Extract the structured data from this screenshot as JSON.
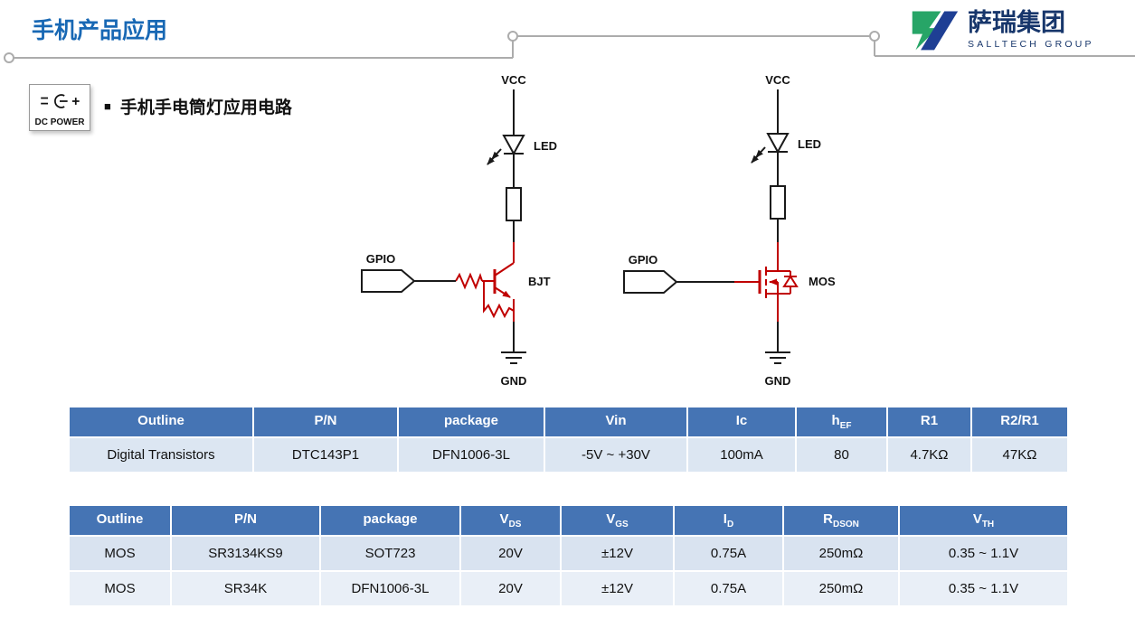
{
  "page": {
    "title": "手机产品应用"
  },
  "logo": {
    "name": "萨瑞集团",
    "subtitle": "SALLTECH GROUP"
  },
  "badge": {
    "label": "DC POWER"
  },
  "section": {
    "bullet": "■",
    "heading": "手机手电筒灯应用电路"
  },
  "colors": {
    "accent": "#1868B4",
    "table_header": "#4574B4",
    "row_light": "#DCE6F2",
    "row_lighter": "#E9EFF7",
    "device_red": "#C00000"
  },
  "circuits": [
    {
      "id": "bjt",
      "labels": {
        "vcc": "VCC",
        "led": "LED",
        "gpio": "GPIO",
        "device": "BJT",
        "gnd": "GND"
      }
    },
    {
      "id": "mos",
      "labels": {
        "vcc": "VCC",
        "led": "LED",
        "gpio": "GPIO",
        "device": "MOS",
        "gnd": "GND"
      }
    }
  ],
  "table1": {
    "headers": [
      {
        "base": "Outline",
        "sub": ""
      },
      {
        "base": "P/N",
        "sub": ""
      },
      {
        "base": "package",
        "sub": ""
      },
      {
        "base": "Vin",
        "sub": ""
      },
      {
        "base": "Ic",
        "sub": ""
      },
      {
        "base": "h",
        "sub": "EF"
      },
      {
        "base": "R1",
        "sub": ""
      },
      {
        "base": "R2/R1",
        "sub": ""
      }
    ],
    "rows": [
      [
        "Digital Transistors",
        "DTC143P1",
        "DFN1006-3L",
        "-5V ~ +30V",
        "100mA",
        "80",
        "4.7KΩ",
        "47KΩ"
      ]
    ]
  },
  "table2": {
    "headers": [
      {
        "base": "Outline",
        "sub": ""
      },
      {
        "base": "P/N",
        "sub": ""
      },
      {
        "base": "package",
        "sub": ""
      },
      {
        "base": "V",
        "sub": "DS"
      },
      {
        "base": "V",
        "sub": "GS"
      },
      {
        "base": "I",
        "sub": "D"
      },
      {
        "base": "R",
        "sub": "DSON"
      },
      {
        "base": "V",
        "sub": "TH"
      }
    ],
    "rows": [
      [
        "MOS",
        "SR3134KS9",
        "SOT723",
        "20V",
        "±12V",
        "0.75A",
        "250mΩ",
        "0.35 ~ 1.1V"
      ],
      [
        "MOS",
        "SR34K",
        "DFN1006-3L",
        "20V",
        "±12V",
        "0.75A",
        "250mΩ",
        "0.35 ~ 1.1V"
      ]
    ]
  }
}
